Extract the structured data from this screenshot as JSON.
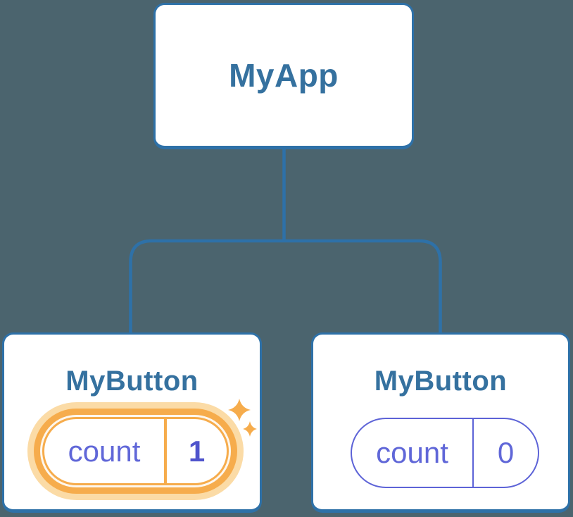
{
  "diagram": {
    "description": "React component tree showing isolated state",
    "root": {
      "label": "MyApp"
    },
    "children": [
      {
        "label": "MyButton",
        "state_key": "count",
        "state_value": "1",
        "highlighted": true
      },
      {
        "label": "MyButton",
        "state_key": "count",
        "state_value": "0",
        "highlighted": false
      }
    ]
  },
  "icons": {
    "sparkle": "sparkle-icon"
  },
  "colors": {
    "background": "#4B646E",
    "card_bg": "#FFFFFF",
    "node_border": "#2E71A8",
    "connector": "#2E71A8",
    "title_text": "#35719F",
    "highlight": "#F6AC4C",
    "highlight_glow": "#FBDBA6",
    "state_text": "#6067D8",
    "state_border": "#5D63D7",
    "state_value_emph": "#4F54CC"
  }
}
